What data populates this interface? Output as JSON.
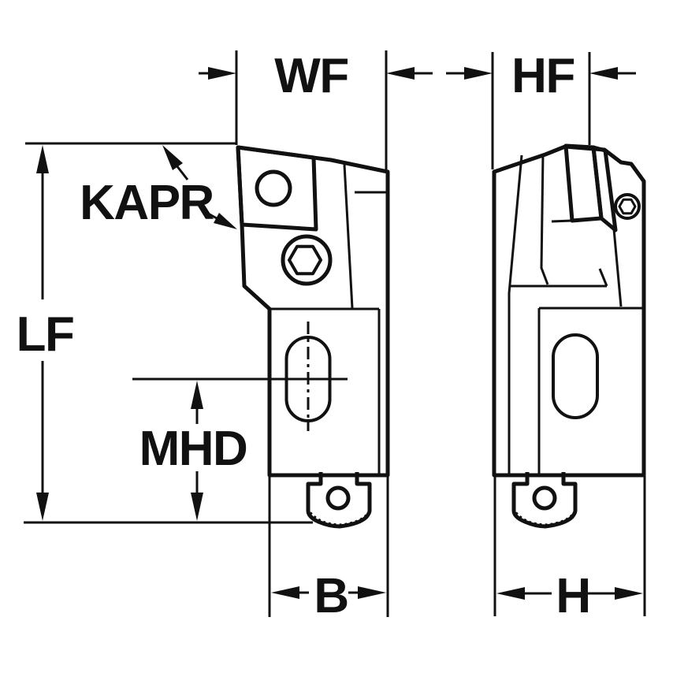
{
  "diagram": {
    "labels": {
      "wf": "WF",
      "hf": "HF",
      "kapr": "KAPR",
      "lf": "LF",
      "mhd": "MHD",
      "b": "B",
      "h": "H"
    },
    "colors": {
      "insert_yellow": "#FAC800",
      "body_gray_blue": "#B6C8D3",
      "line_black": "#111111",
      "background": "#FFFFFF"
    }
  }
}
